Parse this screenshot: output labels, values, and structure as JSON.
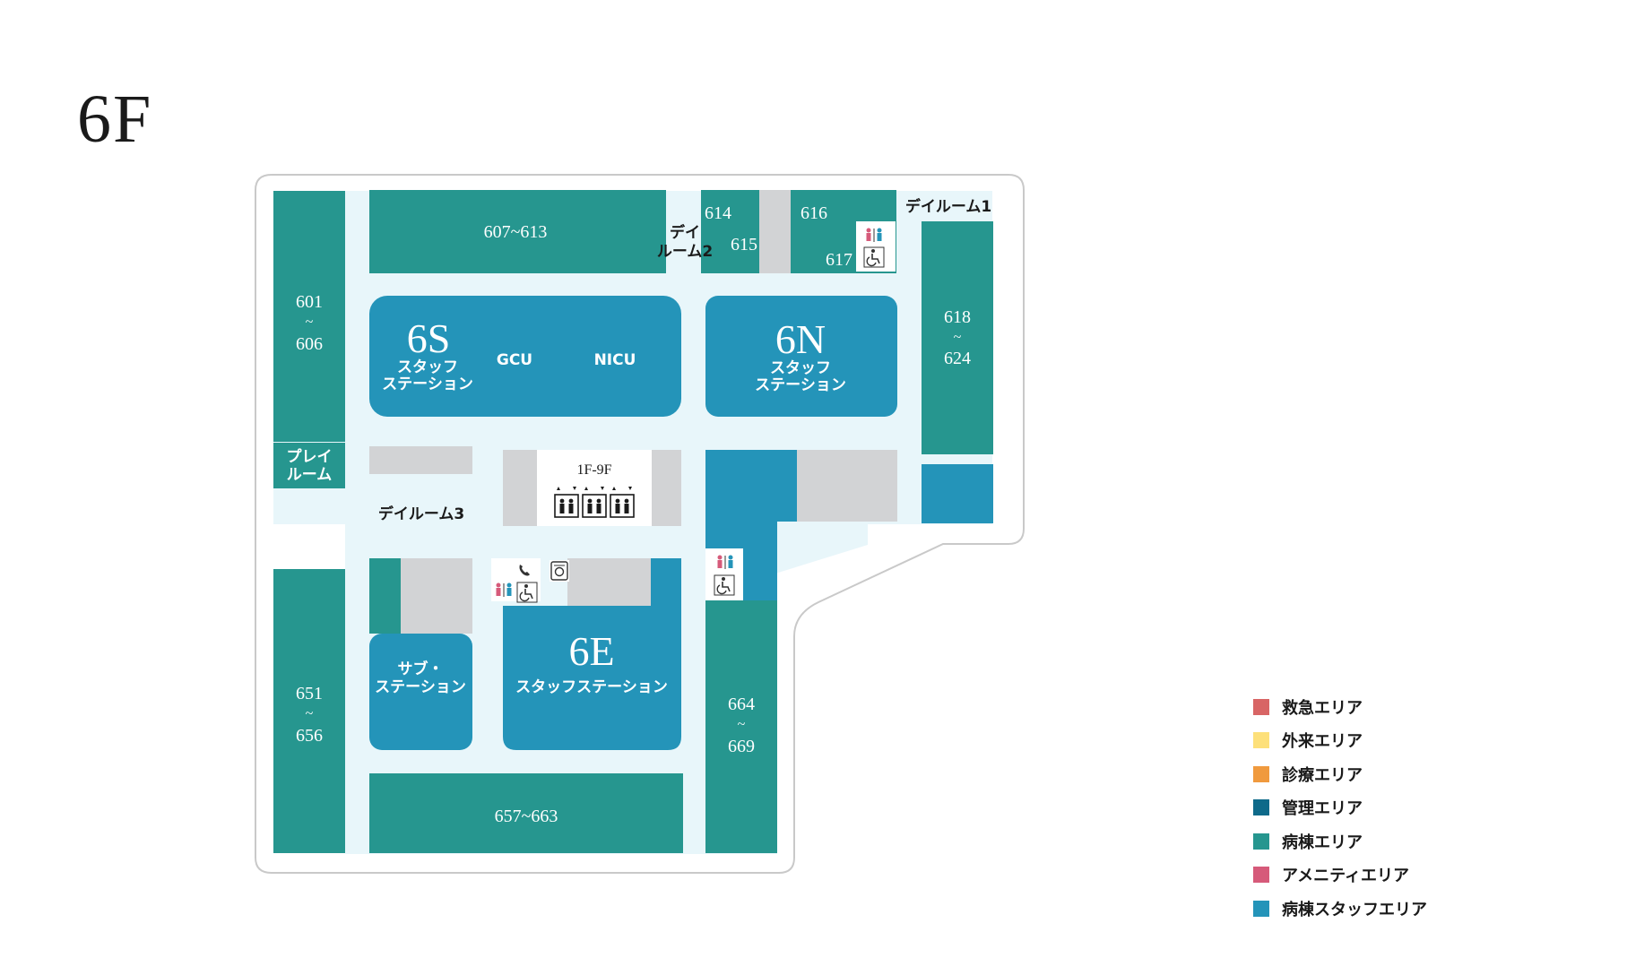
{
  "floor": "6F",
  "rooms": {
    "r601": {
      "top": "601",
      "tilde": "~",
      "bottom": "606"
    },
    "r607": "607~613",
    "r614": "614",
    "r615": "615",
    "r616": "616",
    "r617": "617",
    "r618": {
      "top": "618",
      "tilde": "~",
      "bottom": "624"
    },
    "r651": {
      "top": "651",
      "tilde": "~",
      "bottom": "656"
    },
    "r657": "657~663",
    "r664": {
      "top": "664",
      "tilde": "~",
      "bottom": "669"
    }
  },
  "dayrooms": {
    "d1": "デイルーム1",
    "d2_line1": "デイ",
    "d2_line2": "ルーム2",
    "d3": "デイルーム3"
  },
  "playroom": {
    "line1": "プレイ",
    "line2": "ルーム"
  },
  "stations": {
    "s6s": {
      "name": "6S",
      "line1": "スタッフ",
      "line2": "ステーション",
      "gcu": "GCU",
      "nicu": "NICU"
    },
    "s6n": {
      "name": "6N",
      "line1": "スタッフ",
      "line2": "ステーション"
    },
    "s6e": {
      "name": "6E",
      "line1": "スタッフステーション"
    },
    "sub": {
      "line1": "サブ・",
      "line2": "ステーション"
    }
  },
  "elevator": {
    "label": "1F-9F",
    "icon": "elevator-icon"
  },
  "colors": {
    "emergency": "#d86565",
    "outpatient": "#fde07a",
    "clinic": "#f09a3e",
    "admin": "#0e6a8a",
    "ward": "#26968f",
    "amenity": "#d65a7a",
    "ward_staff": "#2494b9",
    "corridor": "#e8f6fa",
    "service": "#d2d3d5"
  },
  "legend": [
    {
      "label": "救急エリア",
      "color": "#d86565"
    },
    {
      "label": "外来エリア",
      "color": "#fde07a"
    },
    {
      "label": "診療エリア",
      "color": "#f09a3e"
    },
    {
      "label": "管理エリア",
      "color": "#0e6a8a"
    },
    {
      "label": "病棟エリア",
      "color": "#26968f"
    },
    {
      "label": "アメニティエリア",
      "color": "#d65a7a"
    },
    {
      "label": "病棟スタッフエリア",
      "color": "#2494b9"
    }
  ]
}
